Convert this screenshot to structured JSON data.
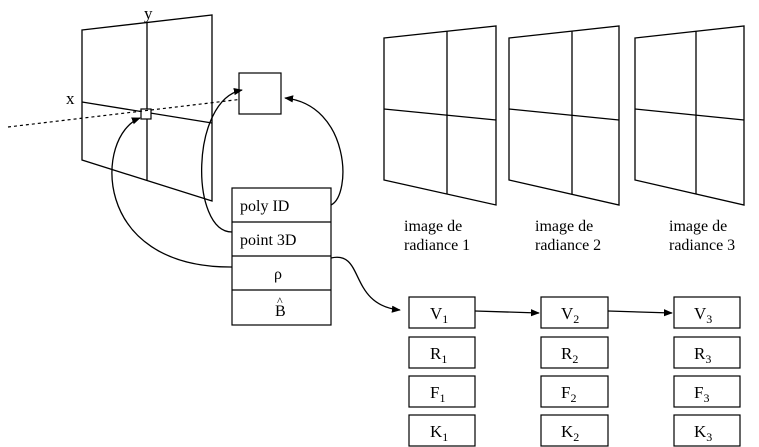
{
  "axes": {
    "y_label": "y",
    "x_label": "x"
  },
  "record_fields": [
    {
      "label": "poly ID"
    },
    {
      "label": "point 3D"
    },
    {
      "label": "ρ"
    },
    {
      "label": "B",
      "accent": "^"
    }
  ],
  "radiance_images": [
    {
      "line1": "image de",
      "line2": "radiance 1"
    },
    {
      "line1": "image de",
      "line2": "radiance 2"
    },
    {
      "line1": "image de",
      "line2": "radiance 3"
    }
  ],
  "columns": [
    {
      "items": [
        {
          "base": "V",
          "sub": "1"
        },
        {
          "base": "R",
          "sub": "1"
        },
        {
          "base": "F",
          "sub": "1"
        },
        {
          "base": "K",
          "sub": "1"
        }
      ]
    },
    {
      "items": [
        {
          "base": "V",
          "sub": "2"
        },
        {
          "base": "R",
          "sub": "2"
        },
        {
          "base": "F",
          "sub": "2"
        },
        {
          "base": "K",
          "sub": "2"
        }
      ]
    },
    {
      "items": [
        {
          "base": "V",
          "sub": "3"
        },
        {
          "base": "R",
          "sub": "3"
        },
        {
          "base": "F",
          "sub": "3"
        },
        {
          "base": "K",
          "sub": "3"
        }
      ]
    }
  ]
}
